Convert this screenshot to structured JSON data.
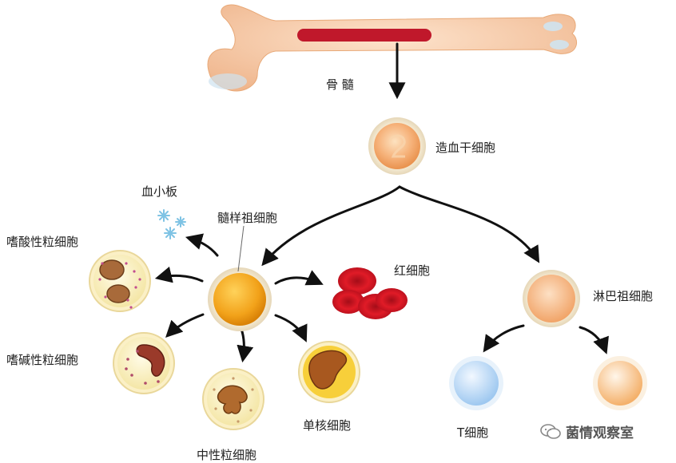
{
  "labels": {
    "bone_marrow": "骨 髓",
    "hsc": "造血干细胞",
    "platelet": "血小板",
    "myeloid": "髓样祖细胞",
    "eosinophil": "嗜酸性粒细胞",
    "basophil": "嗜碱性粒细胞",
    "neutrophil": "中性粒细胞",
    "monocyte": "单核细胞",
    "rbc": "红细胞",
    "lymphoid": "淋巴祖细胞",
    "t_cell": "T细胞"
  },
  "watermark": {
    "text": "菌情观察室",
    "icon": "wechat-icon"
  },
  "colors": {
    "bone": "#f6c9a5",
    "marrow": "#c0182b",
    "arrow": "#111111",
    "rbc": "#d3131f",
    "myeloid": "#f2a21a"
  }
}
